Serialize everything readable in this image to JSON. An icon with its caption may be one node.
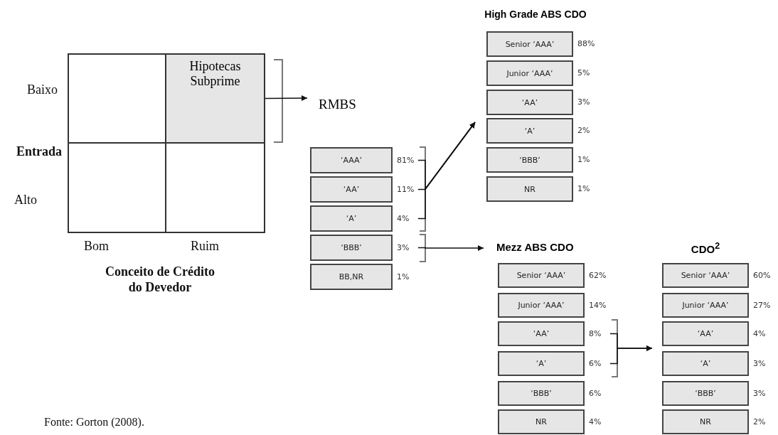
{
  "diagram": {
    "caption": "Fonte: Gorton (2008).",
    "nodes": [
      {
        "text": [],
        "shape": "box"
      },
      {
        "text": [
          "Hipotecas Subprime"
        ]
      },
      {
        "text": [],
        "shape": "box"
      },
      {
        "text": [],
        "shape": "box"
      },
      {
        "text": [
          "RMBS"
        ]
      },
      {
        "text": [
          "‘AAA’"
        ],
        "beside": [
          "81%"
        ],
        "in": 4
      },
      {
        "text": [
          "‘AA’"
        ],
        "beside": [
          "11%"
        ],
        "in": 4
      },
      {
        "text": [
          "‘A’"
        ],
        "beside": [
          "4%"
        ],
        "in": 4
      },
      {
        "text": [
          "‘BBB’"
        ],
        "beside": [
          "3%"
        ],
        "in": 4
      },
      {
        "text": [
          "BB,NR"
        ],
        "beside": [
          "1%"
        ],
        "in": 4
      },
      {
        "text": [
          "High Grade ABS CDO"
        ]
      },
      {
        "text": [
          "Senior ‘AAA’"
        ],
        "beside": [
          "88%"
        ],
        "in": 10
      },
      {
        "text": [
          "Junior ‘AAA’"
        ],
        "beside": [
          "5%"
        ],
        "in": 10
      },
      {
        "text": [
          "‘AA’"
        ],
        "beside": [
          "3%"
        ],
        "in": 10
      },
      {
        "text": [
          "‘A’"
        ],
        "beside": [
          "2%"
        ],
        "in": 10
      },
      {
        "text": [
          "‘BBB’"
        ],
        "beside": [
          "1%"
        ],
        "in": 10
      },
      {
        "text": [
          "NR"
        ],
        "beside": [
          "1%"
        ],
        "in": 10
      },
      {
        "text": [
          "Mezz ABS CDO"
        ]
      },
      {
        "text": [
          "Senior ‘AAA’"
        ],
        "beside": [
          "62%"
        ],
        "in": 17
      },
      {
        "text": [
          "Junior ‘AAA’"
        ],
        "beside": [
          "14%"
        ],
        "in": 17
      },
      {
        "text": [
          "‘AA’"
        ],
        "beside": [
          "8%"
        ],
        "in": 17
      },
      {
        "text": [
          "‘A’"
        ],
        "beside": [
          "6%"
        ],
        "in": 17
      },
      {
        "text": [
          "‘BBB’"
        ],
        "beside": [
          "6%"
        ],
        "in": 17
      },
      {
        "text": [
          "NR"
        ],
        "beside": [
          "4%"
        ],
        "in": 17
      },
      {
        "text": [
          "CDO$^{2}$"
        ]
      },
      {
        "text": [
          "Senior ‘AAA’"
        ],
        "beside": [
          "60%"
        ],
        "in": 24
      },
      {
        "text": [
          "Junior ‘AAA’"
        ],
        "beside": [
          "27%"
        ],
        "in": 24
      },
      {
        "text": [
          "‘AA’"
        ],
        "beside": [
          "4%"
        ],
        "in": 24
      },
      {
        "text": [
          "‘A’"
        ],
        "beside": [
          "3%"
        ],
        "in": 24
      },
      {
        "text": [
          "‘BBB’"
        ],
        "beside": [
          "3%"
        ],
        "in": 24
      },
      {
        "text": [
          "NR"
        ],
        "beside": [
          "2%"
        ],
        "in": 24
      }
    ],
    "edges": [
      {
        "from": 1,
        "to": 4,
        "arrow": "to"
      },
      {
        "from": 5,
        "to": 10,
        "arrow": "to"
      },
      {
        "from": 6,
        "to": 10,
        "arrow": "to"
      },
      {
        "from": 7,
        "to": 10,
        "arrow": "to"
      },
      {
        "from": 8,
        "to": 17,
        "arrow": "to"
      },
      {
        "from": 20,
        "to": 24,
        "arrow": "to"
      },
      {
        "from": 21,
        "to": 24,
        "arrow": "to"
      }
    ],
    "labels": [
      "Baixo",
      "Entrada",
      "Alto",
      "Bom",
      "Ruim",
      "Conceito de Crédito do Devedor"
    ]
  }
}
